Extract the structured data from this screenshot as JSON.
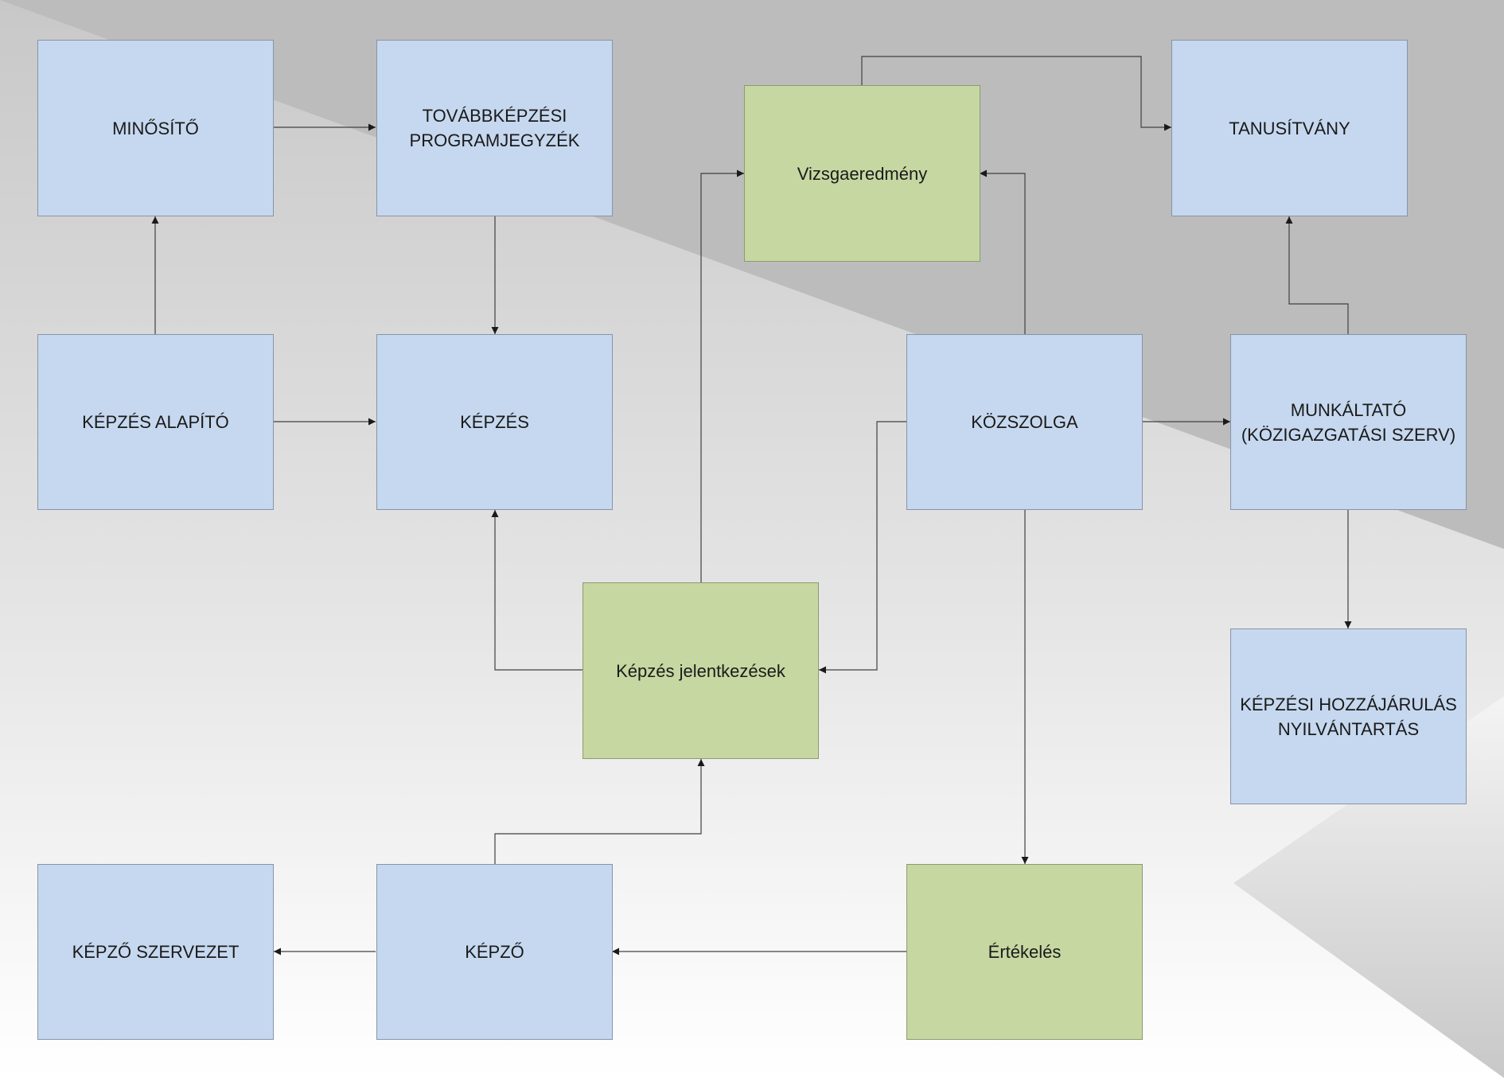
{
  "colors": {
    "entity_fill": "#c6d8ef",
    "process_fill": "#c6d7a2",
    "connector": "#404040"
  },
  "nodes": {
    "minosito": "MINŐSÍTŐ",
    "tovabbkepzesi": "TOVÁBBKÉPZÉSI\nPROGRAMJEGYZÉK",
    "vizsgaeredmeny": "Vizsgaeredmény",
    "tanusitvany": "TANUSÍTVÁNY",
    "kepzes_alapito": "KÉPZÉS ALAPÍTÓ",
    "kepzes": "KÉPZÉS",
    "kozszolga": "KÖZSZOLGA",
    "munkaltato": "MUNKÁLTATÓ\n(KÖZIGAZGATÁSI SZERV)",
    "kepzes_jelentkezesek": "Képzés jelentkezések",
    "kepzesi_hozzajarulas": "KÉPZÉSI HOZZÁJÁRULÁS\nNYILVÁNTARTÁS",
    "kepzo_szervezet": "KÉPZŐ SZERVEZET",
    "kepzo": "KÉPZŐ",
    "ertekeles": "Értékelés"
  },
  "connections": [
    {
      "from": "MINŐSÍTŐ",
      "to": "TOVÁBBKÉPZÉSI PROGRAMJEGYZÉK"
    },
    {
      "from": "KÉPZÉS ALAPÍTÓ",
      "to": "MINŐSÍTŐ"
    },
    {
      "from": "KÉPZÉS ALAPÍTÓ",
      "to": "KÉPZÉS"
    },
    {
      "from": "TOVÁBBKÉPZÉSI PROGRAMJEGYZÉK",
      "to": "KÉPZÉS"
    },
    {
      "from": "Képzés jelentkezések",
      "to": "KÉPZÉS"
    },
    {
      "from": "Képzés jelentkezések",
      "to": "Vizsgaeredmény"
    },
    {
      "from": "Vizsgaeredmény",
      "to": "TANUSÍTVÁNY"
    },
    {
      "from": "KÖZSZOLGA",
      "to": "Vizsgaeredmény"
    },
    {
      "from": "KÖZSZOLGA",
      "to": "Képzés jelentkezések"
    },
    {
      "from": "KÖZSZOLGA",
      "to": "MUNKÁLTATÓ (KÖZIGAZGATÁSI SZERV)"
    },
    {
      "from": "KÖZSZOLGA",
      "to": "Értékelés"
    },
    {
      "from": "MUNKÁLTATÓ (KÖZIGAZGATÁSI SZERV)",
      "to": "TANUSÍTVÁNY"
    },
    {
      "from": "MUNKÁLTATÓ (KÖZIGAZGATÁSI SZERV)",
      "to": "KÉPZÉSI HOZZÁJÁRULÁS NYILVÁNTARTÁS"
    },
    {
      "from": "KÉPZŐ",
      "to": "Képzés jelentkezések"
    },
    {
      "from": "KÉPZŐ",
      "to": "KÉPZŐ SZERVEZET"
    },
    {
      "from": "Értékelés",
      "to": "KÉPZŐ"
    }
  ]
}
